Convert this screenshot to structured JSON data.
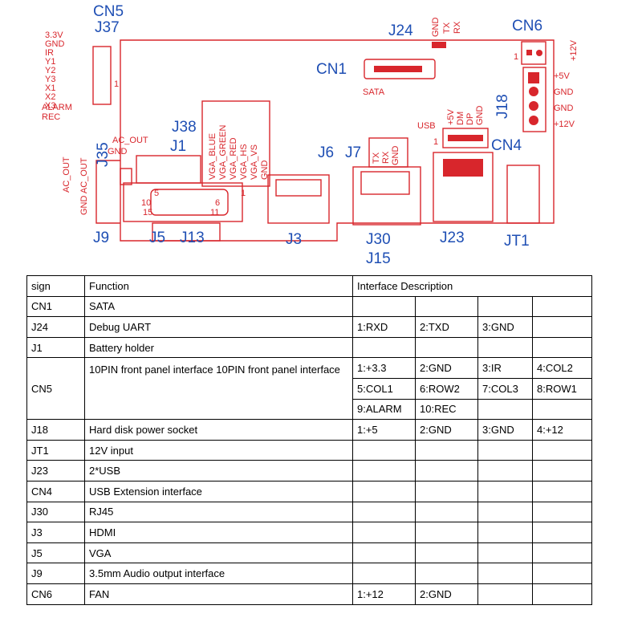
{
  "board": {
    "top_labels": [
      "CN5",
      "J37",
      "J24",
      "CN6",
      "CN1",
      "J18",
      "J38",
      "J1",
      "J35",
      "J6",
      "J7",
      "CN4",
      "J9",
      "J5",
      "J13",
      "J3",
      "J30",
      "J15",
      "J23",
      "JT1"
    ],
    "cn5_pins": [
      "3.3V",
      "GND",
      "IR",
      "Y1",
      "Y2",
      "Y3",
      "X1",
      "X2",
      "X3",
      "ALARM",
      "REC"
    ],
    "j24_pins": [
      "GND",
      "TX",
      "RX"
    ],
    "cn6_pins": [
      "1",
      "+12V"
    ],
    "j18_pins": [
      "+5V",
      "GND",
      "GND",
      "+12V"
    ],
    "sata_label": "SATA",
    "usb_label": "USB",
    "usb_pins": [
      "+5V",
      "DM",
      "DP",
      "GND"
    ],
    "vga_pins": [
      "VGA_BLUE",
      "VGA_GREEN",
      "VGA_RED",
      "VGA_HS",
      "VGA_VS",
      "GND"
    ],
    "ac_out_label": "AC_OUT",
    "gnd_label": "GND",
    "j35_left": [
      "AC_OUT",
      "GND AC_OUT"
    ],
    "j6_pins": [
      "TX",
      "RX",
      "GND"
    ],
    "vga_num": [
      "5",
      "10",
      "15",
      "1",
      "6",
      "11"
    ],
    "pin_one": "1"
  },
  "table": {
    "headers": [
      "sign",
      "Function",
      "Interface Description"
    ],
    "rows": [
      {
        "sign": "CN1",
        "function": "SATA",
        "desc": []
      },
      {
        "sign": "J24",
        "function": "Debug UART",
        "desc": [
          "1:RXD",
          "2:TXD",
          "3:GND"
        ]
      },
      {
        "sign": "J1",
        "function": "Battery holder",
        "desc": []
      },
      {
        "sign": "CN5",
        "function": "10PIN front panel interface 10PIN front panel interface",
        "desc": [
          "1:+3.3",
          "2:GND",
          "3:IR",
          "4:COL2",
          "5:COL1",
          "6:ROW2",
          "7:COL3",
          "8:ROW1",
          "9:ALARM",
          "10:REC"
        ]
      },
      {
        "sign": "J18",
        "function": "Hard disk power socket",
        "desc": [
          "1:+5",
          "2:GND",
          "3:GND",
          "4:+12"
        ]
      },
      {
        "sign": "JT1",
        "function": "12V input",
        "desc": []
      },
      {
        "sign": "J23",
        "function": "2*USB",
        "desc": []
      },
      {
        "sign": "CN4",
        "function": "USB Extension interface",
        "desc": []
      },
      {
        "sign": "J30",
        "function": "RJ45",
        "desc": []
      },
      {
        "sign": "J3",
        "function": "HDMI",
        "desc": []
      },
      {
        "sign": "J5",
        "function": "VGA",
        "desc": []
      },
      {
        "sign": "J9",
        "function": "3.5mm Audio output interface",
        "desc": []
      },
      {
        "sign": "CN6",
        "function": "FAN",
        "desc": [
          "1:+12",
          "2:GND"
        ]
      }
    ]
  }
}
